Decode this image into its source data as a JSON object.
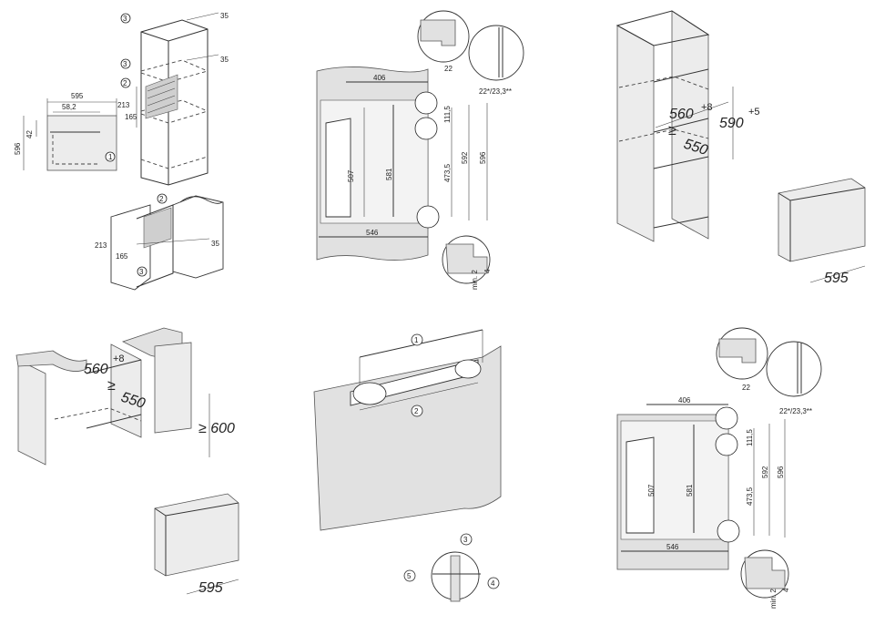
{
  "diagram": {
    "panel_tall_cabinet": {
      "callout_1": "1",
      "callout_2": "2",
      "callout_3": "3",
      "dims": [
        "595",
        "58,2",
        "42",
        "596",
        "213",
        "165",
        "35",
        "35"
      ],
      "lower_dims": [
        "213",
        "165",
        "35"
      ]
    },
    "panel_section_top": {
      "dims": [
        "406",
        "22",
        "22*/23,3**",
        "111,5",
        "507",
        "581",
        "473,5",
        "592",
        "596",
        "546",
        "min. 2",
        "4"
      ]
    },
    "panel_niche_tall": {
      "dims": [
        "560+8",
        "550",
        "590+5",
        "595"
      ],
      "width_label": "595",
      "niche_width": "560",
      "niche_width_tol": "+8",
      "depth_prefix": "≥",
      "depth": "550",
      "height": "590",
      "height_tol": "+5"
    },
    "panel_niche_under": {
      "niche_width": "560",
      "niche_width_tol": "+8",
      "depth_prefix": "≥",
      "depth": "550",
      "height_label": "≥ 600",
      "width_label": "595"
    },
    "panel_handle": {
      "callouts": [
        "1",
        "2",
        "3",
        "4",
        "5"
      ]
    },
    "panel_section_bottom": {
      "dims": [
        "406",
        "22",
        "22*/23,3**",
        "111,5",
        "507",
        "581",
        "473,5",
        "592",
        "596",
        "546",
        "min. 2",
        "4"
      ]
    }
  }
}
